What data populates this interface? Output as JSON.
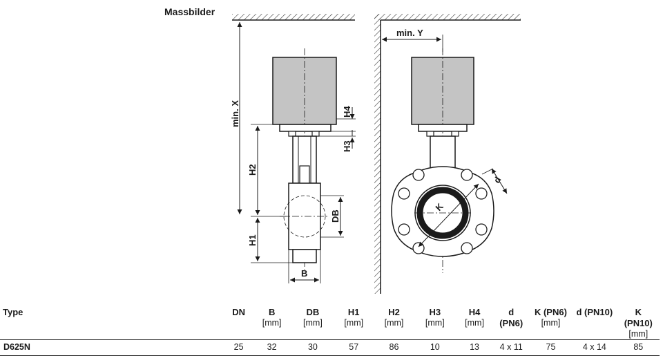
{
  "title": "Massbilder",
  "drawings": {
    "side": {
      "min_x": "min. X",
      "h1": "H1",
      "h2": "H2",
      "h3": "H3",
      "h4": "H4",
      "db": "DB",
      "b": "B"
    },
    "front": {
      "min_y": "min. Y",
      "k": "K",
      "d": "d"
    }
  },
  "table": {
    "columns": [
      {
        "name": "Type",
        "unit": ""
      },
      {
        "name": "DN",
        "unit": ""
      },
      {
        "name": "B",
        "unit": "[mm]"
      },
      {
        "name": "DB",
        "unit": "[mm]"
      },
      {
        "name": "H1",
        "unit": "[mm]"
      },
      {
        "name": "H2",
        "unit": "[mm]"
      },
      {
        "name": "H3",
        "unit": "[mm]"
      },
      {
        "name": "H4",
        "unit": "[mm]"
      },
      {
        "name": "d (PN6)",
        "unit": ""
      },
      {
        "name": "K (PN6)",
        "unit": "[mm]"
      },
      {
        "name": "d (PN10)",
        "unit": ""
      },
      {
        "name": "K (PN10)",
        "unit": "[mm]"
      }
    ],
    "rows": [
      [
        "D625N",
        "25",
        "32",
        "30",
        "57",
        "86",
        "10",
        "13",
        "4 x 11",
        "75",
        "4 x 14",
        "85"
      ]
    ]
  }
}
